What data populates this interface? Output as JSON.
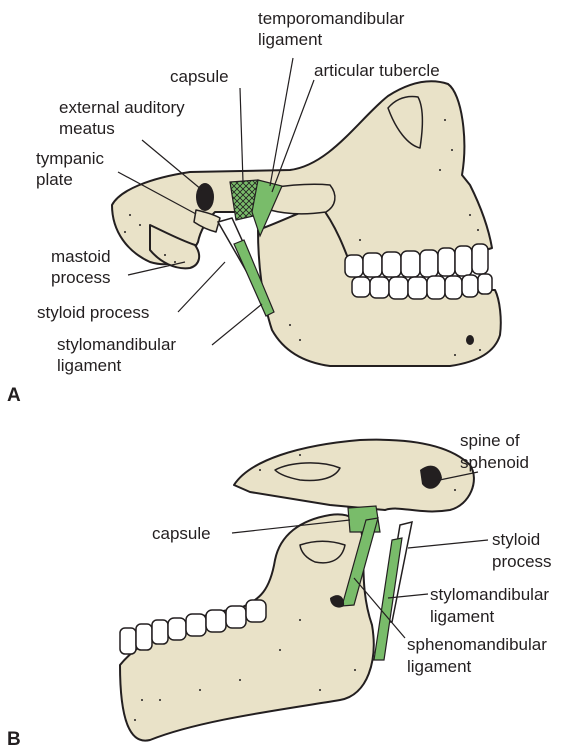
{
  "colors": {
    "bone": "#e9e2c8",
    "ligament": "#79bc6a",
    "outline": "#231f20",
    "background": "#ffffff"
  },
  "panel_a": {
    "panel_label": "A",
    "labels": {
      "temporomandibular_ligament": [
        "temporomandibular",
        "ligament"
      ],
      "capsule": [
        "capsule"
      ],
      "articular_tubercle": [
        "articular tubercle"
      ],
      "external_auditory_meatus": [
        "external auditory",
        "meatus"
      ],
      "tympanic_plate": [
        "tympanic",
        "plate"
      ],
      "mastoid_process": [
        "mastoid",
        "process"
      ],
      "styloid_process": [
        "styloid process"
      ],
      "stylomandibular_ligament": [
        "stylomandibular",
        "ligament"
      ]
    }
  },
  "panel_b": {
    "panel_label": "B",
    "labels": {
      "spine_of_sphenoid": [
        "spine of",
        "sphenoid"
      ],
      "capsule": [
        "capsule"
      ],
      "styloid_process": [
        "styloid",
        "process"
      ],
      "stylomandibular_ligament": [
        "stylomandibular",
        "ligament"
      ],
      "sphenomandibular_ligament": [
        "sphenomandibular",
        "ligament"
      ]
    }
  }
}
